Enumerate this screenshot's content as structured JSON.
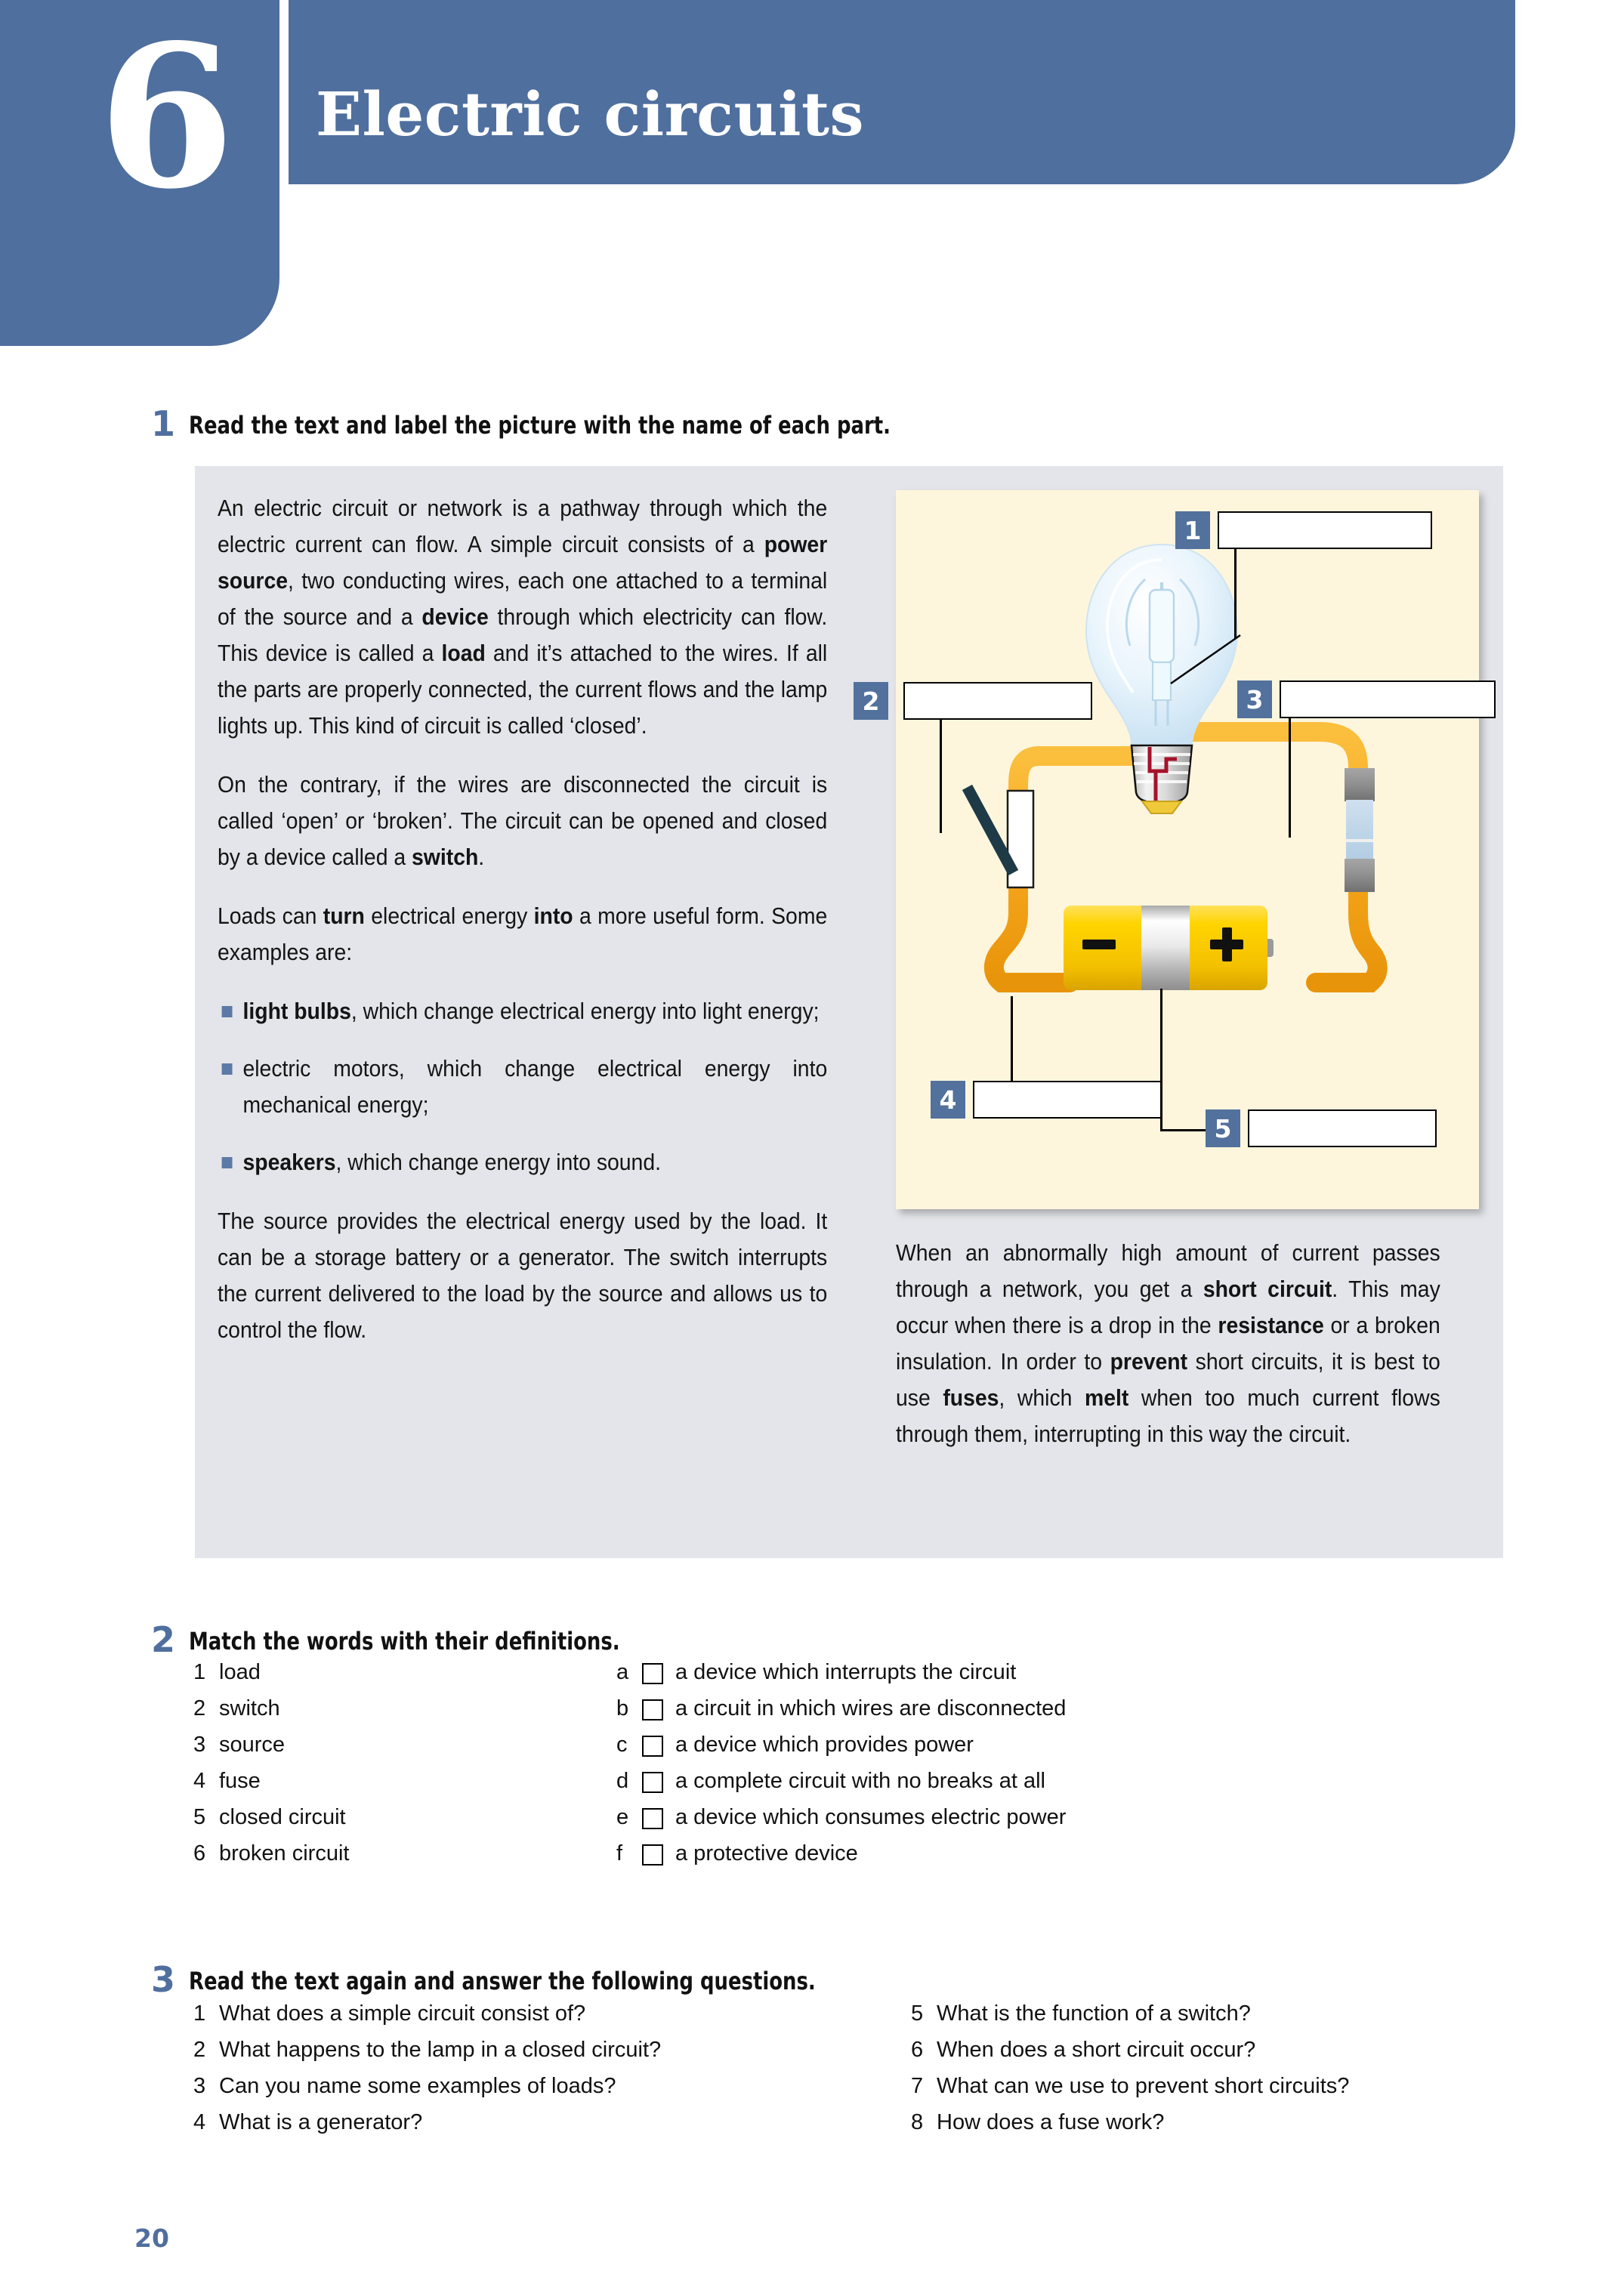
{
  "header": {
    "unit_number": "6",
    "title": "Electric circuits",
    "accent_color": "#4f6f9e"
  },
  "exercise1": {
    "number": "1",
    "heading": "Read the text and label the picture with the name of each part.",
    "panel_color": "#e3e5ea",
    "paragraphs": [
      "An electric circuit or network is a pathway through which the electric current can flow. A simple circuit consists of a <b>power source</b>, two conducting wires, each one attached to a terminal of the source and a <b>device</b> through which electricity can flow. This device is called a <b>load</b> and it’s attached to the wires. If all the parts are properly connected, the current flows and the lamp lights up. This kind of circuit is called ‘closed’.",
      "On the contrary, if the wires are disconnected the circuit is called ‘open’ or ‘broken’. The circuit can be opened and closed by a device called a <b>switch</b>.",
      "Loads can <b>turn</b> electrical energy <b>into</b> a more useful form. Some examples are:"
    ],
    "examples": [
      "<b>light bulbs</b>, which change electrical energy into light energy;",
      "electric motors, which change electrical energy into mechanical energy;",
      "<b>speakers</b>, which change energy into sound."
    ],
    "closing_paragraph": "The source provides the electrical energy used by the load. It can be a storage battery or a generator. The switch interrupts the current delivered to the load by the source and allows us to control the flow.",
    "caption": "When an abnormally high amount of current passes through a network, you get a <b>short circuit</b>. This may occur when there is a drop in the <b>resistance</b> or a broken insulation. In order to <b>prevent</b> short circuits, it is best to use <b>fuses</b>, which <b>melt</b> when too much current flows through them, interrupting in this way the circuit.",
    "figure": {
      "background_color": "#fdf6dd",
      "wire_color": "#f5a623",
      "battery_color": "#ffd200",
      "chip_color": "#52719c",
      "labels": [
        {
          "number": "1",
          "answer": ""
        },
        {
          "number": "2",
          "answer": ""
        },
        {
          "number": "3",
          "answer": ""
        },
        {
          "number": "4",
          "answer": ""
        },
        {
          "number": "5",
          "answer": ""
        }
      ],
      "battery_minus": "−",
      "battery_plus": "+"
    }
  },
  "exercise2": {
    "number": "2",
    "heading": "Match the words with their definitions.",
    "words": [
      {
        "num": "1",
        "text": "load"
      },
      {
        "num": "2",
        "text": "switch"
      },
      {
        "num": "3",
        "text": "source"
      },
      {
        "num": "4",
        "text": "fuse"
      },
      {
        "num": "5",
        "text": "closed circuit"
      },
      {
        "num": "6",
        "text": "broken circuit"
      }
    ],
    "definitions": [
      {
        "letter": "a",
        "answer": "",
        "text": "a device which interrupts the circuit"
      },
      {
        "letter": "b",
        "answer": "",
        "text": "a circuit in which wires are disconnected"
      },
      {
        "letter": "c",
        "answer": "",
        "text": "a device which provides power"
      },
      {
        "letter": "d",
        "answer": "",
        "text": "a complete circuit with no breaks at all"
      },
      {
        "letter": "e",
        "answer": "",
        "text": "a device which consumes electric power"
      },
      {
        "letter": "f",
        "answer": "",
        "text": "a protective device"
      }
    ]
  },
  "exercise3": {
    "number": "3",
    "heading": "Read the text again and answer the following questions.",
    "questions_left": [
      {
        "num": "1",
        "text": "What does a simple circuit consist of?"
      },
      {
        "num": "2",
        "text": "What happens to the lamp in a closed circuit?"
      },
      {
        "num": "3",
        "text": "Can you name some examples of loads?"
      },
      {
        "num": "4",
        "text": "What is a generator?"
      }
    ],
    "questions_right": [
      {
        "num": "5",
        "text": "What is the function of a switch?"
      },
      {
        "num": "6",
        "text": "When does a short circuit occur?"
      },
      {
        "num": "7",
        "text": "What can we use to prevent short circuits?"
      },
      {
        "num": "8",
        "text": "How does a fuse work?"
      }
    ]
  },
  "footer": {
    "page_number": "20"
  }
}
